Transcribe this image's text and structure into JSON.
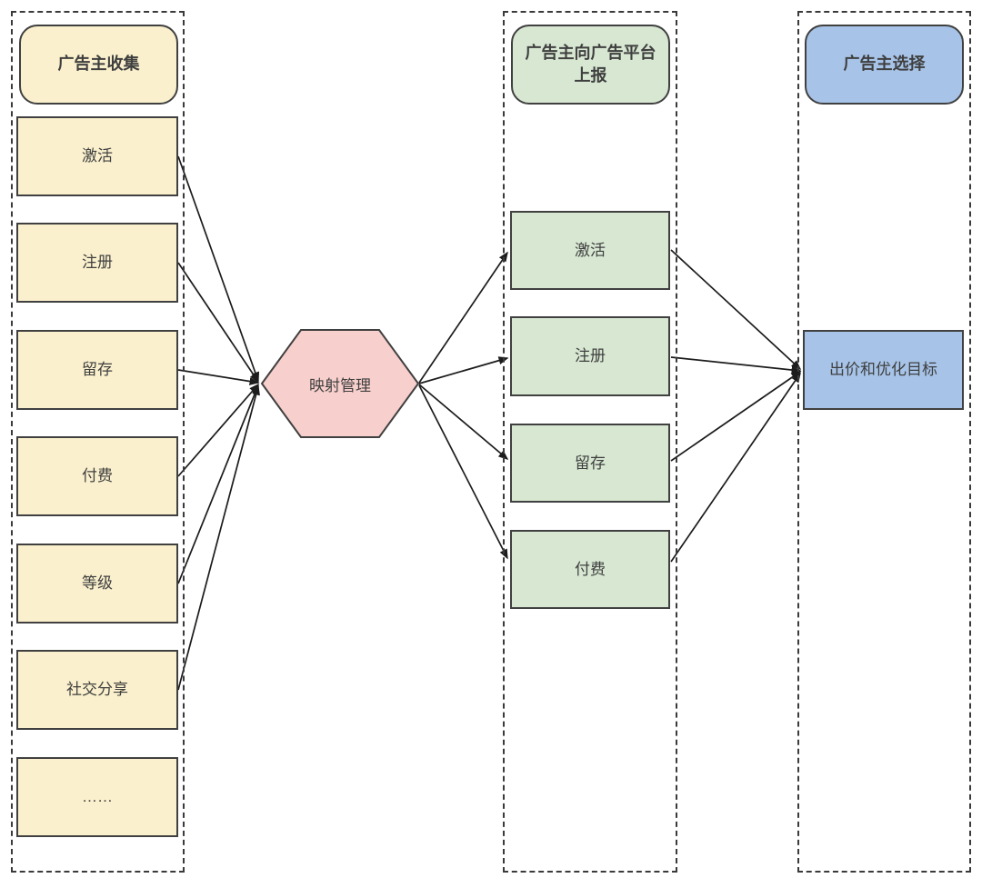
{
  "colors": {
    "bg": "#ffffff",
    "node-border": "#404040",
    "boundary": "#3a3a3a",
    "arrow": "#1c1c1c",
    "text": "#3f3f3f",
    "yellow-fill": "#faf0cd",
    "green-fill": "#d7e7d2",
    "pink-fill": "#f7cfcc",
    "blue-fill": "#a7c4e8"
  },
  "collect_column": {
    "title": "广告主收集",
    "items": [
      "激活",
      "注册",
      "留存",
      "付费",
      "等级",
      "社交分享",
      "……"
    ]
  },
  "mapping_node": {
    "label": "映射管理"
  },
  "report_column": {
    "title": "广告主向广告平台上报",
    "items": [
      "激活",
      "注册",
      "留存",
      "付费"
    ]
  },
  "select_column": {
    "title": "广告主选择",
    "items": [
      "出价和优化目标"
    ]
  }
}
